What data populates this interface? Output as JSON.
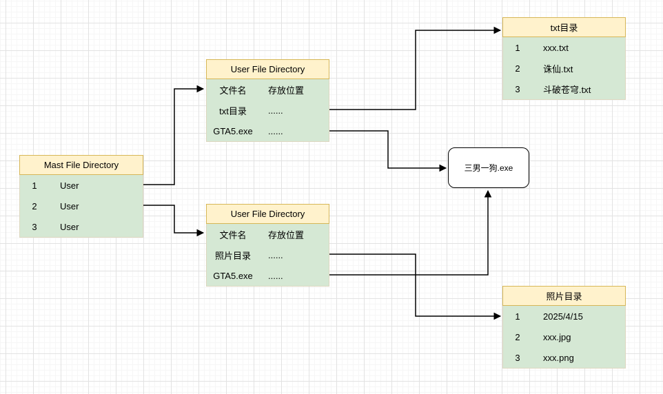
{
  "colors": {
    "header_fill": "#fff2cc",
    "header_border": "#d6b656",
    "body_fill": "#d5e8d4",
    "connector": "#000000",
    "grid_major": "#e2e2e2",
    "grid_minor": "#f6f6f6"
  },
  "boxes": {
    "mast": {
      "title": "Mast File Directory",
      "rows": [
        [
          "1",
          "User"
        ],
        [
          "2",
          "User"
        ],
        [
          "3",
          "User"
        ]
      ]
    },
    "ufd_top": {
      "title": "User File Directory",
      "rows": [
        [
          "文件名",
          "存放位置"
        ],
        [
          "txt目录",
          "......"
        ],
        [
          "GTA5.exe",
          "......"
        ]
      ]
    },
    "ufd_bottom": {
      "title": "User File Directory",
      "rows": [
        [
          "文件名",
          "存放位置"
        ],
        [
          "照片目录",
          "......"
        ],
        [
          "GTA5.exe",
          "......"
        ]
      ]
    },
    "txt_dir": {
      "title": "txt目录",
      "rows": [
        [
          "1",
          "xxx.txt"
        ],
        [
          "2",
          "诛仙.txt"
        ],
        [
          "3",
          "斗破苍穹.txt"
        ]
      ]
    },
    "photo_dir": {
      "title": "照片目录",
      "rows": [
        [
          "1",
          "2025/4/15"
        ],
        [
          "2",
          "xxx.jpg"
        ],
        [
          "3",
          "xxx.png"
        ]
      ]
    },
    "exe_node": {
      "label": "三男一狗.exe"
    }
  }
}
